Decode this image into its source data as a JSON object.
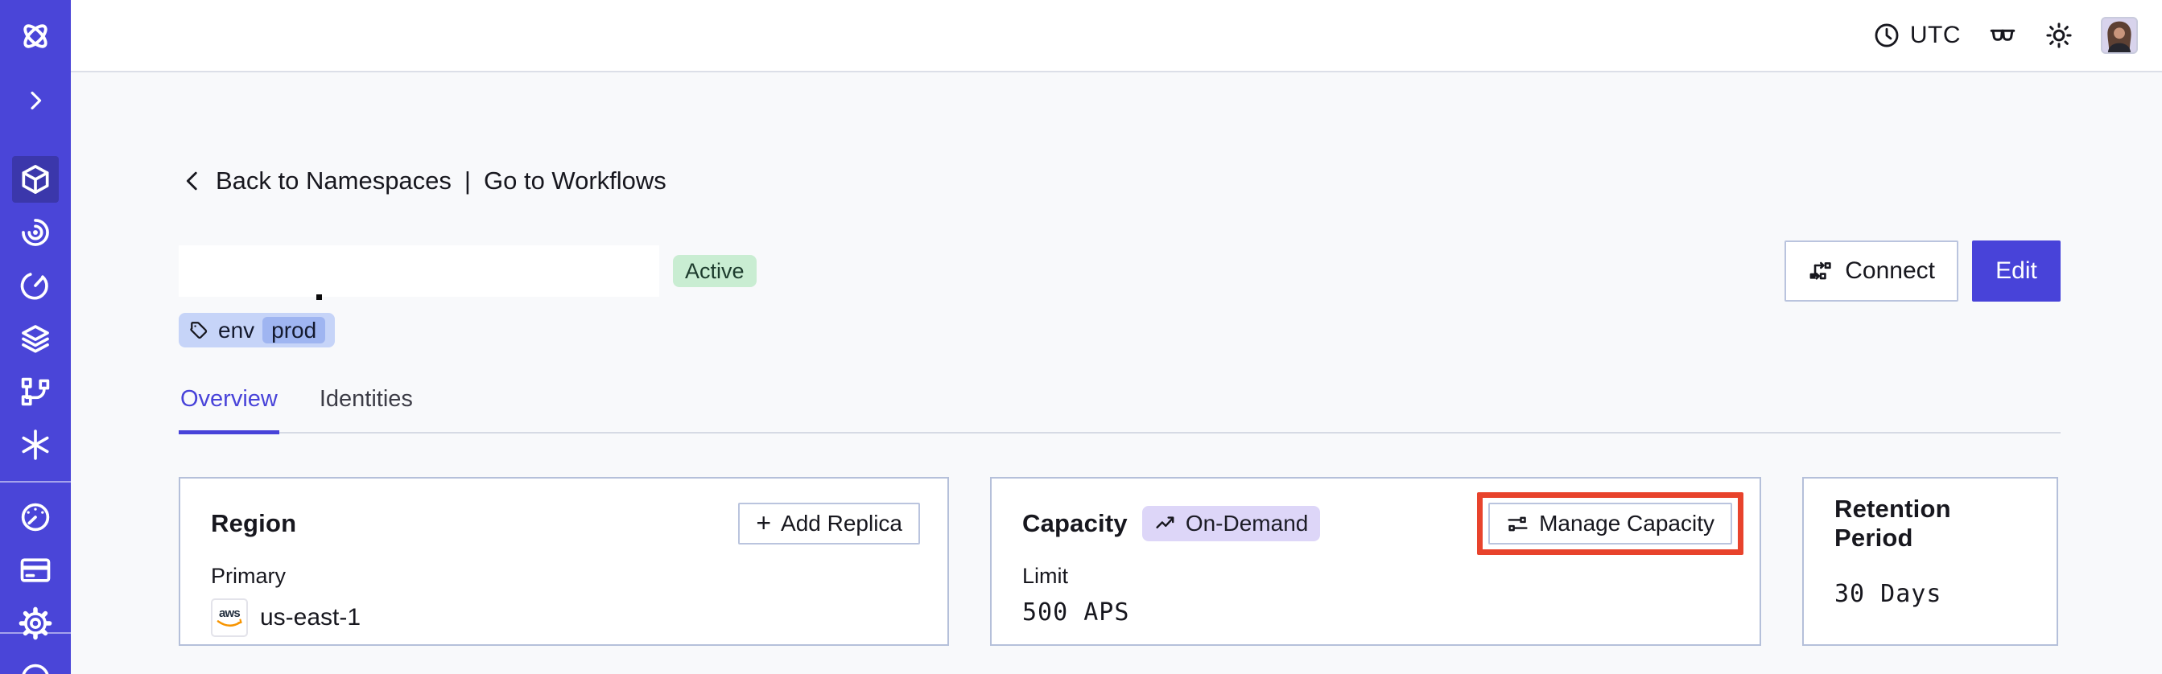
{
  "topbar": {
    "timezone": "UTC"
  },
  "breadcrumb": {
    "back_label": "Back to Namespaces",
    "separator": "|",
    "forward_label": "Go to Workflows"
  },
  "namespace": {
    "status_badge": "Active",
    "tag_key": "env",
    "tag_value": "prod"
  },
  "header_actions": {
    "connect_label": "Connect",
    "edit_label": "Edit"
  },
  "tabs": {
    "overview": "Overview",
    "identities": "Identities"
  },
  "cards": {
    "region": {
      "title": "Region",
      "add_replica_plus": "+",
      "add_replica_label": "Add Replica",
      "field_label": "Primary",
      "provider_label": "aws",
      "value": "us-east-1"
    },
    "capacity": {
      "title": "Capacity",
      "badge": "On-Demand",
      "manage_label": "Manage Capacity",
      "field_label": "Limit",
      "value": "500 APS"
    },
    "retention": {
      "title": "Retention Period",
      "value": "30 Days"
    }
  },
  "icons": {
    "sidebar": [
      "temporal-logo",
      "expand-chevron",
      "namespaces-cube",
      "nexus-spiral",
      "schedules-timer",
      "layers-stack",
      "deployments-branch",
      "asterisk",
      "usage-gauge",
      "billing-card",
      "settings-gear",
      "partial-circle"
    ],
    "topbar": [
      "clock",
      "labs-glasses",
      "theme-sun",
      "avatar"
    ]
  },
  "colors": {
    "sidebar_bg": "#4a45d8",
    "sidebar_active_bg": "#3b37ab",
    "accent_indigo": "#4843d9",
    "active_badge_bg": "#c9edd2",
    "tag_bg": "#c6d4f8",
    "tag_inner_bg": "#9fb5f1",
    "ondemand_badge_bg": "#ddd6f8",
    "annotation_red": "#e8432c",
    "card_border": "#b5c0da"
  }
}
